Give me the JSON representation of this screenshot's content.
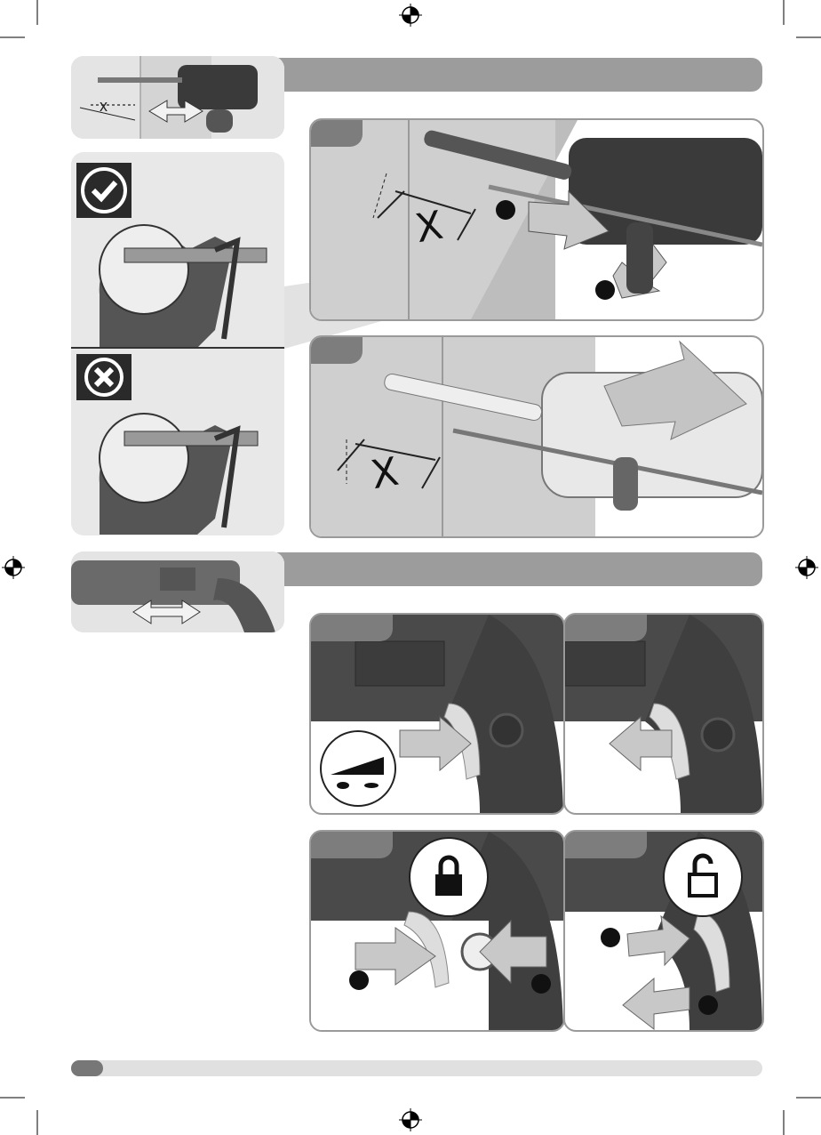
{
  "page": {
    "section1": {
      "dimension_label_top": "x",
      "dimension_label_a": "X",
      "dimension_label_b": "X"
    },
    "section2": {},
    "footer": {}
  },
  "icons": {
    "registration_marks": "crosshair-registration-icon",
    "correct": "check-icon",
    "wrong": "cross-icon",
    "lock": "lock-icon",
    "unlock": "unlock-icon",
    "speed": "speed-ramp-icon"
  },
  "colors": {
    "band_gray": "#9c9c9c",
    "panel_border": "#9a9a9a",
    "arrow_fill": "#c8c8c8",
    "dark": "#222222"
  }
}
